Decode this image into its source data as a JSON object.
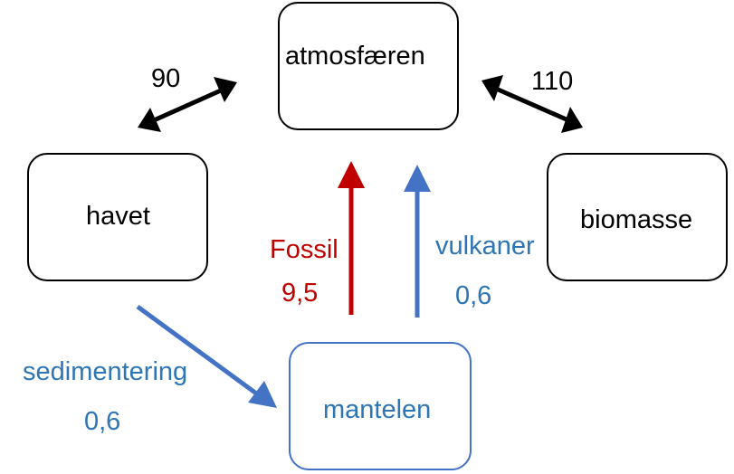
{
  "nodes": {
    "atmosphere": "atmosfæren",
    "ocean": "havet",
    "biomass": "biomasse",
    "mantle": "mantelen"
  },
  "flows": {
    "ocean_atmosphere": "90",
    "atmosphere_biomass": "110",
    "fossil_label": "Fossil",
    "fossil_value": "9,5",
    "volcano_label": "vulkaner",
    "volcano_value": "0,6",
    "sediment_label": "sedimentering",
    "sediment_value": "0,6"
  },
  "colors": {
    "black": "#000000",
    "fossil": "#c00000",
    "blue_arrow": "#4472c4",
    "blue_text": "#2e75b6"
  }
}
